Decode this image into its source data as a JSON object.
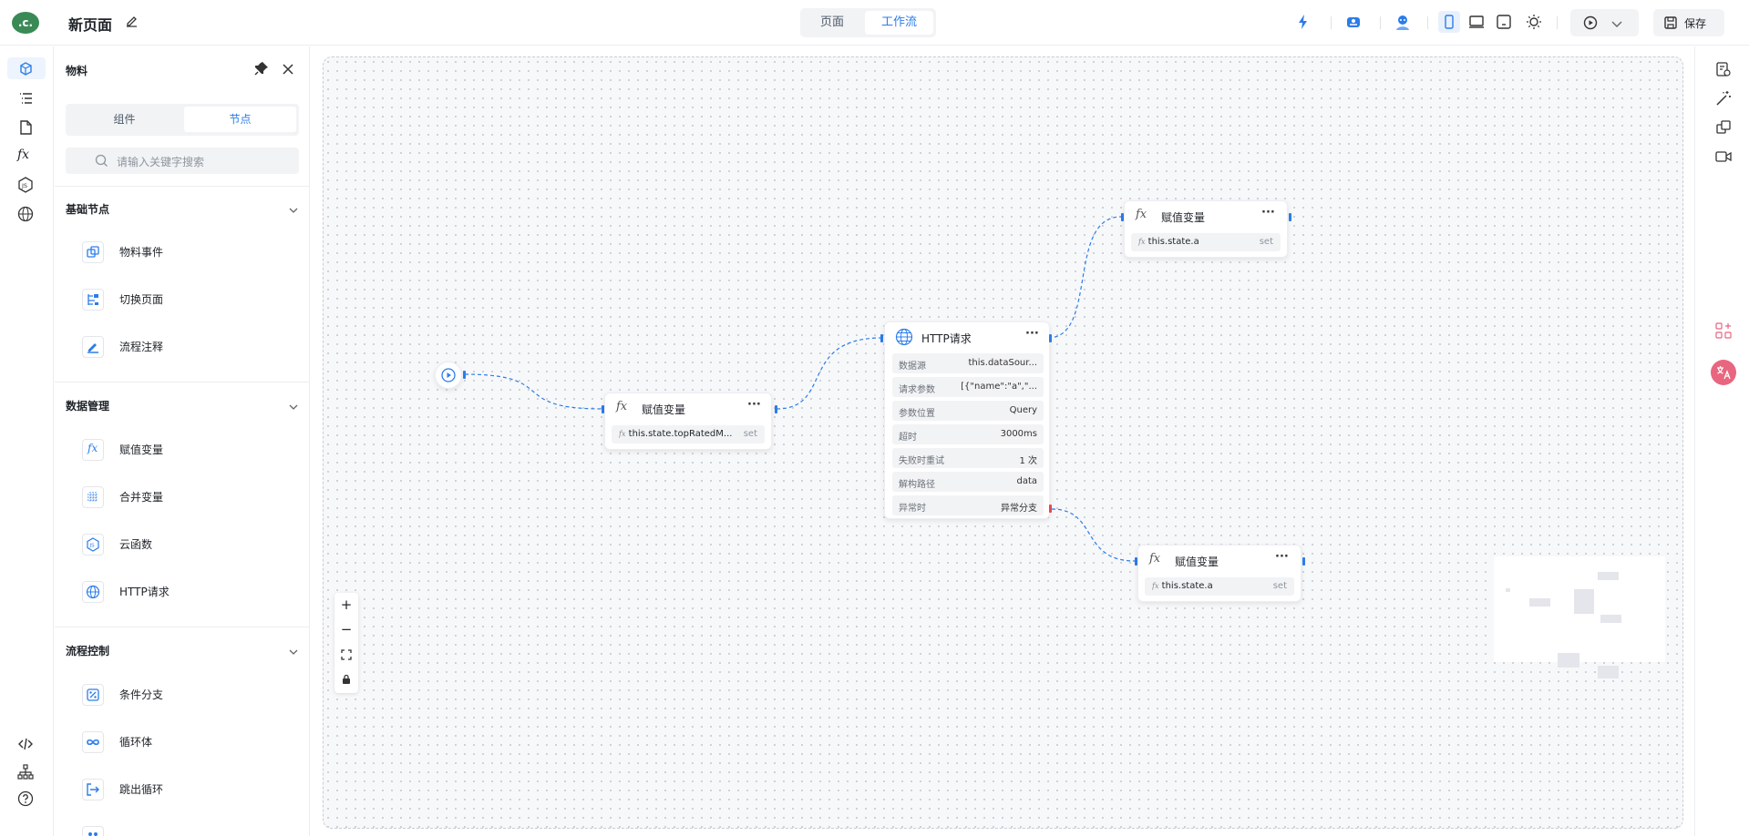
{
  "app": {
    "logo_text": ".c.",
    "page_title": "新页面"
  },
  "header": {
    "mode_tabs": [
      {
        "label": "页面",
        "active": false
      },
      {
        "label": "工作流",
        "active": true
      }
    ],
    "icons": [
      "lightning-icon",
      "publish-icon",
      "ai-assistant-icon",
      "mobile-view-icon",
      "desktop-view-icon",
      "tablet-view-icon",
      "theme-sun-icon",
      "preview-play-icon",
      "chevron-down-icon",
      "save-icon"
    ],
    "save_label": "保存"
  },
  "left_rail": {
    "icons": [
      "material-icon",
      "outline-list-icon",
      "page-icon",
      "function-icon",
      "js-icon",
      "http-icon",
      "code-icon",
      "tree-icon",
      "help-icon"
    ]
  },
  "panel": {
    "title": "物料",
    "tabs": [
      {
        "label": "组件",
        "active": false
      },
      {
        "label": "节点",
        "active": true
      }
    ],
    "search_placeholder": "请输入关键字搜索",
    "groups": [
      {
        "title": "基础节点",
        "items": [
          {
            "label": "物料事件",
            "icon": "material-event-icon"
          },
          {
            "label": "切换页面",
            "icon": "switch-page-icon"
          },
          {
            "label": "流程注释",
            "icon": "comment-icon"
          }
        ]
      },
      {
        "title": "数据管理",
        "items": [
          {
            "label": "赋值变量",
            "icon": "fx-icon"
          },
          {
            "label": "合并变量",
            "icon": "merge-icon"
          },
          {
            "label": "云函数",
            "icon": "js-icon"
          },
          {
            "label": "HTTP请求",
            "icon": "http-icon"
          }
        ]
      },
      {
        "title": "流程控制",
        "items": [
          {
            "label": "条件分支",
            "icon": "condition-icon"
          },
          {
            "label": "循环体",
            "icon": "loop-icon"
          },
          {
            "label": "跳出循环",
            "icon": "break-loop-icon"
          }
        ]
      }
    ]
  },
  "canvas": {
    "nodes": {
      "assign_main": {
        "title": "赋值变量",
        "row_key": "this.state.topRatedM...",
        "row_op": "set"
      },
      "http": {
        "title": "HTTP请求",
        "rows": [
          {
            "key": "数据源",
            "value": "this.dataSour..."
          },
          {
            "key": "请求参数",
            "value": "[{\"name\":\"a\",\"..."
          },
          {
            "key": "参数位置",
            "value": "Query"
          },
          {
            "key": "超时",
            "value": "3000ms"
          },
          {
            "key": "失败时重试",
            "value": "1 次"
          },
          {
            "key": "解构路径",
            "value": "data"
          },
          {
            "key": "异常时",
            "value": "异常分支"
          }
        ]
      },
      "assign_top": {
        "title": "赋值变量",
        "row_key": "this.state.a",
        "row_op": "set"
      },
      "assign_bottom": {
        "title": "赋值变量",
        "row_key": "this.state.a",
        "row_op": "set"
      }
    },
    "zoom_controls": [
      "+",
      "−"
    ]
  },
  "right_rail": {
    "icons": [
      "settings-doc-icon",
      "magic-wand-icon",
      "copy-icon",
      "video-icon",
      "ai-grid-icon",
      "translate-icon"
    ]
  },
  "colors": {
    "accent": "#2b7de9",
    "error_port": "#e5484d",
    "brand_green": "#3a8a55",
    "translate_pink": "#e8667f"
  }
}
